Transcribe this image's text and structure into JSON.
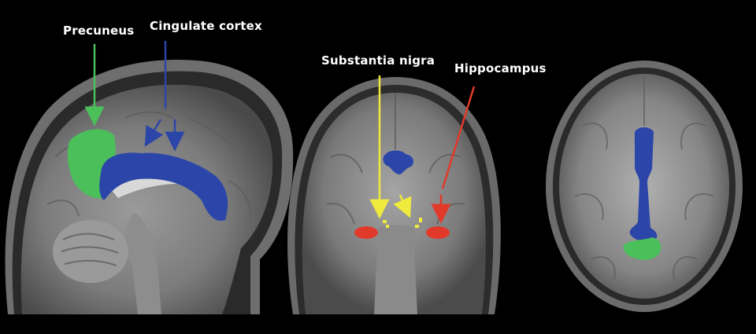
{
  "labels": {
    "precuneus": "Precuneus",
    "cingulate": "Cingulate cortex",
    "substantia": "Substantia nigra",
    "hippocampus": "Hippocampus"
  },
  "colors": {
    "precuneus": "#4bbf5a",
    "cingulate": "#2b46a8",
    "substantia": "#f0ea3c",
    "hippocampus": "#e23a2a",
    "background": "#000000"
  }
}
